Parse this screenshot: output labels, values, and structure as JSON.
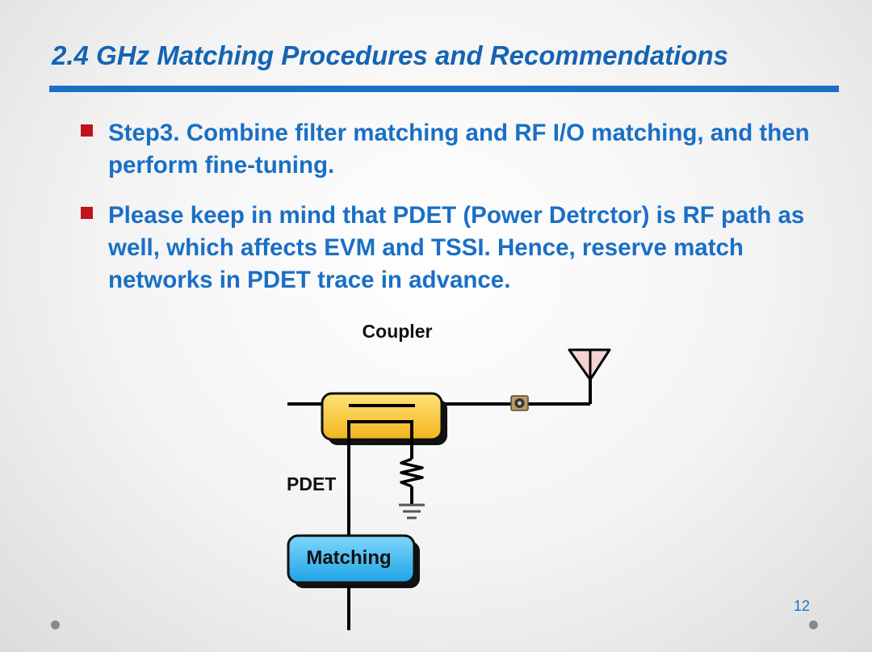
{
  "slide": {
    "title": "2.4 GHz Matching Procedures and Recommendations",
    "bullets": [
      "Step3. Combine filter matching and RF I/O matching, and then perform fine-tuning.",
      "Please keep in mind that PDET (Power Detrctor) is RF path as well, which affects EVM and TSSI. Hence, reserve match networks in PDET trace in advance."
    ],
    "page_number": "12"
  },
  "diagram": {
    "coupler_label": "Coupler",
    "pdet_label": "PDET",
    "matching_label": "Matching",
    "icons": [
      "coupler-block",
      "connector-icon",
      "antenna-icon",
      "resistor-icon",
      "ground-icon",
      "matching-block"
    ]
  },
  "colors": {
    "title": "#1464b4",
    "rule": "#1a6fc6",
    "bullet_text": "#1a6fc6",
    "bullet_marker": "#c0141c",
    "coupler_fill": "#f7c52e",
    "matching_fill": "#2fb2ee",
    "antenna_fill": "#f3d2d2"
  }
}
